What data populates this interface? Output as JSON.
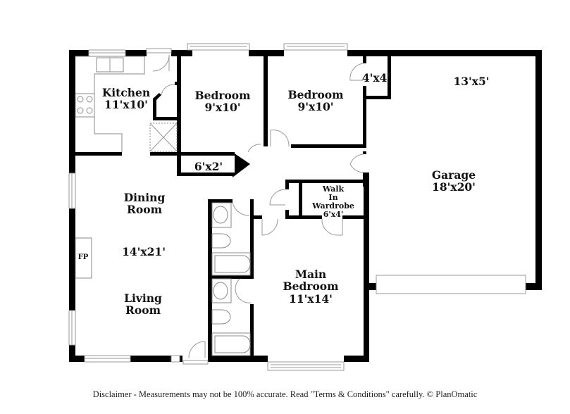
{
  "rooms": {
    "kitchen": {
      "name": "Kitchen",
      "size": "11'x10'"
    },
    "bedroom_1": {
      "name": "Bedroom",
      "size": "9'x10'"
    },
    "bedroom_2": {
      "name": "Bedroom",
      "size": "9'x10'"
    },
    "closet_4x4": {
      "size": "4'x4'"
    },
    "garage_storage": {
      "size": "13'x5'"
    },
    "garage": {
      "name": "Garage",
      "size": "18'x20'"
    },
    "closet_6x2": {
      "size": "6'x2'"
    },
    "dining_room": {
      "name_line1": "Dining",
      "name_line2": "Room"
    },
    "living_dining_size": "14'x21'",
    "living_room": {
      "name_line1": "Living",
      "name_line2": "Room"
    },
    "fireplace": "FP",
    "walk_in_wardrobe": {
      "line1": "Walk",
      "line2": "In",
      "line3": "Wardrobe",
      "size": "6'x4'"
    },
    "main_bedroom": {
      "name_line1": "Main",
      "name_line2": "Bedroom",
      "size": "11'x14'"
    }
  },
  "footer": {
    "disclaimer": "Disclaimer - Measurements may not be 100% accurate. Read \"Terms & Conditions\" carefully. © PlanOmatic"
  }
}
